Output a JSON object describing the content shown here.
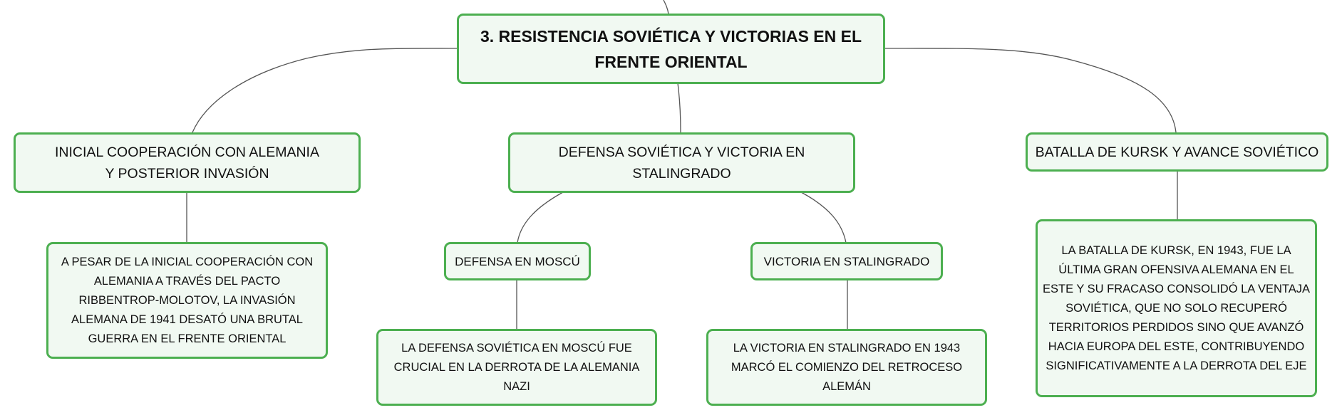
{
  "root": {
    "title": "3. RESISTENCIA SOVIÉTICA Y VICTORIAS EN EL FRENTE ORIENTAL"
  },
  "branches": [
    {
      "label": "INICIAL COOPERACIÓN CON ALEMANIA Y POSTERIOR INVASIÓN",
      "detail": "A PESAR DE LA INICIAL COOPERACIÓN CON ALEMANIA A TRAVÉS DEL PACTO RIBBENTROP-MOLOTOV, LA INVASIÓN ALEMANA DE 1941 DESATÓ UNA BRUTAL GUERRA EN EL FRENTE ORIENTAL"
    },
    {
      "label": "DEFENSA SOVIÉTICA Y VICTORIA EN STALINGRADO",
      "children": [
        {
          "label": "DEFENSA EN MOSCÚ",
          "detail": "LA DEFENSA SOVIÉTICA EN MOSCÚ FUE CRUCIAL EN LA DERROTA DE LA ALEMANIA NAZI"
        },
        {
          "label": "VICTORIA EN STALINGRADO",
          "detail": "LA VICTORIA EN STALINGRADO EN 1943 MARCÓ EL COMIENZO DEL RETROCESO ALEMÁN"
        }
      ]
    },
    {
      "label": "BATALLA DE KURSK Y AVANCE SOVIÉTICO",
      "detail": "LA BATALLA DE KURSK, EN 1943, FUE LA ÚLTIMA GRAN OFENSIVA ALEMANA EN EL ESTE Y SU FRACASO CONSOLIDÓ LA VENTAJA SOVIÉTICA, QUE NO SOLO RECUPERÓ TERRITORIOS PERDIDOS SINO QUE AVANZÓ HACIA EUROPA DEL ESTE, CONTRIBUYENDO SIGNIFICATIVAMENTE A LA DERROTA DEL EJE"
    }
  ]
}
